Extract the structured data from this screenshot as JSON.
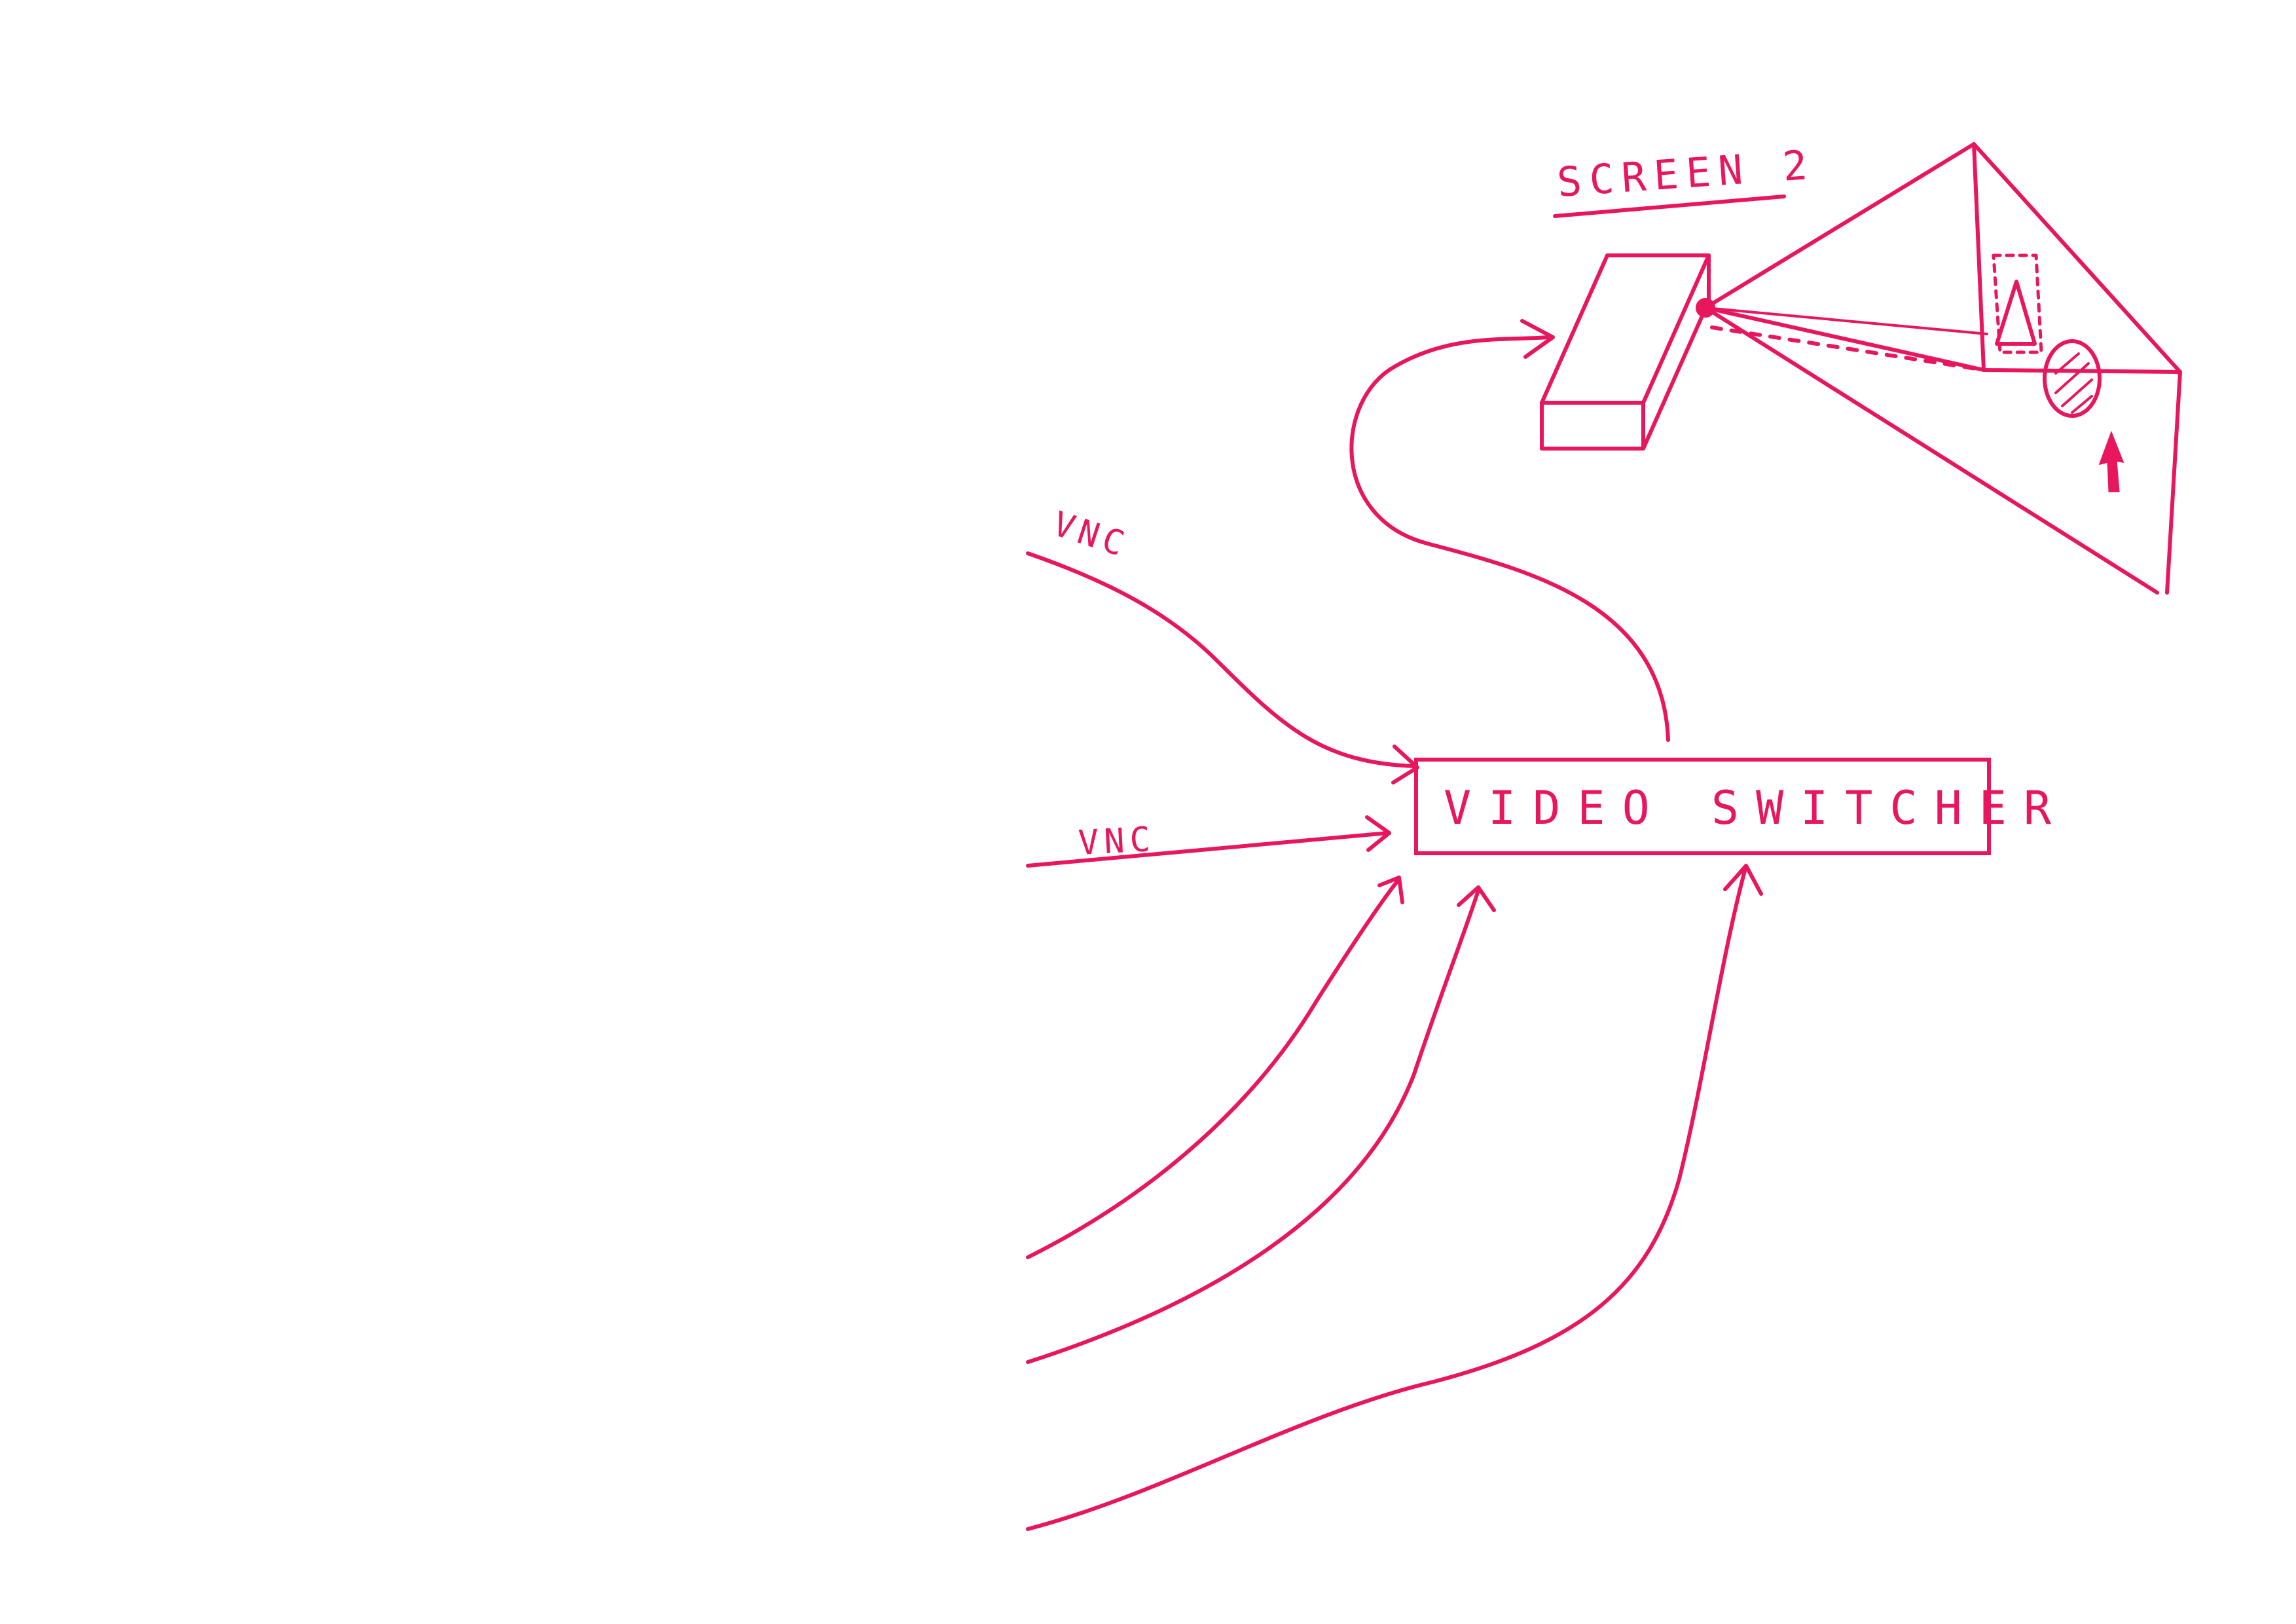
{
  "labels": {
    "screen": "SCREEN 2",
    "switcher": "VIDEO SWITCHER",
    "vnc_top": "VNC",
    "vnc_mid": "VNC"
  },
  "colors": {
    "ink": "#e8175d",
    "paper": "#ffffff"
  },
  "icons": {
    "projector": "projector-box-icon",
    "screen": "projection-screen-icon",
    "triangle": "triangle-shape-icon",
    "circle": "hatched-circle-icon",
    "cursor": "arrow-cursor-icon"
  }
}
